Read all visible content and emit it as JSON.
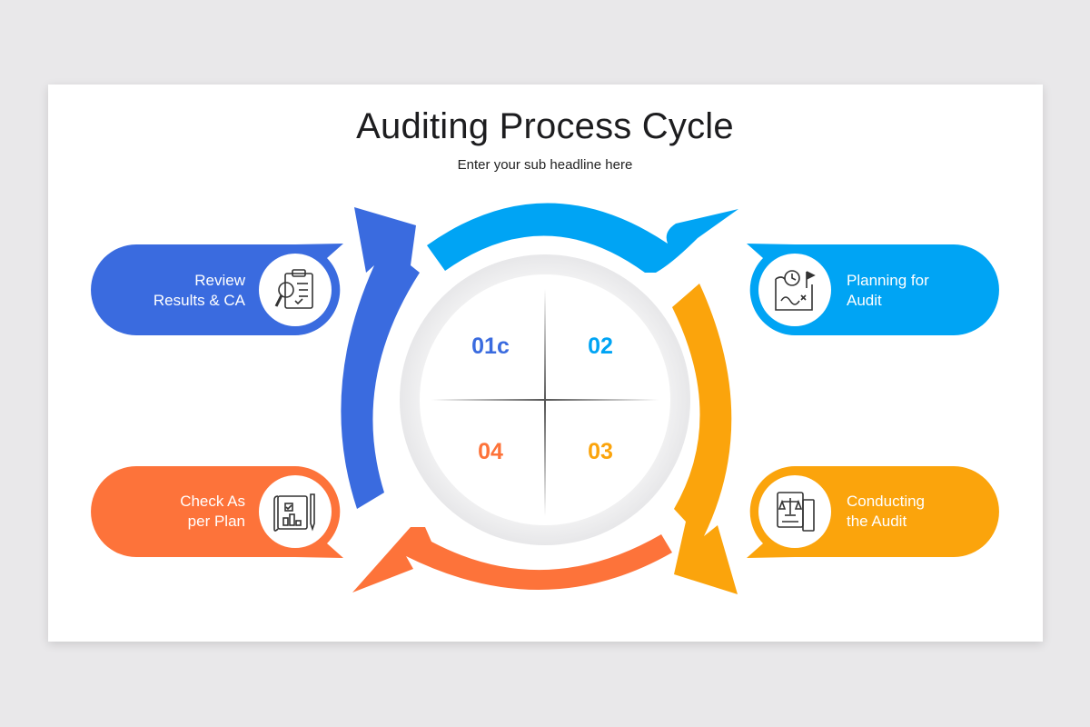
{
  "slide": {
    "title": "Auditing Process Cycle",
    "subtitle": "Enter your sub headline here"
  },
  "colors": {
    "blue": "#3a6bdf",
    "cyan": "#00a4f4",
    "orange_yellow": "#fba40c",
    "orange": "#fd733a"
  },
  "steps": [
    {
      "number": "01c",
      "label_line1": "Review",
      "label_line2": "Results & CA",
      "icon": "clipboard-magnifier-icon",
      "color": "#3a6bdf"
    },
    {
      "number": "02",
      "label_line1": "Planning for",
      "label_line2": "Audit",
      "icon": "plan-clock-flag-icon",
      "color": "#00a4f4"
    },
    {
      "number": "03",
      "label_line1": "Conducting",
      "label_line2": "the Audit",
      "icon": "law-book-scales-icon",
      "color": "#fba40c"
    },
    {
      "number": "04",
      "label_line1": "Check As",
      "label_line2": "per Plan",
      "icon": "blueprint-chart-icon",
      "color": "#fd733a"
    }
  ]
}
